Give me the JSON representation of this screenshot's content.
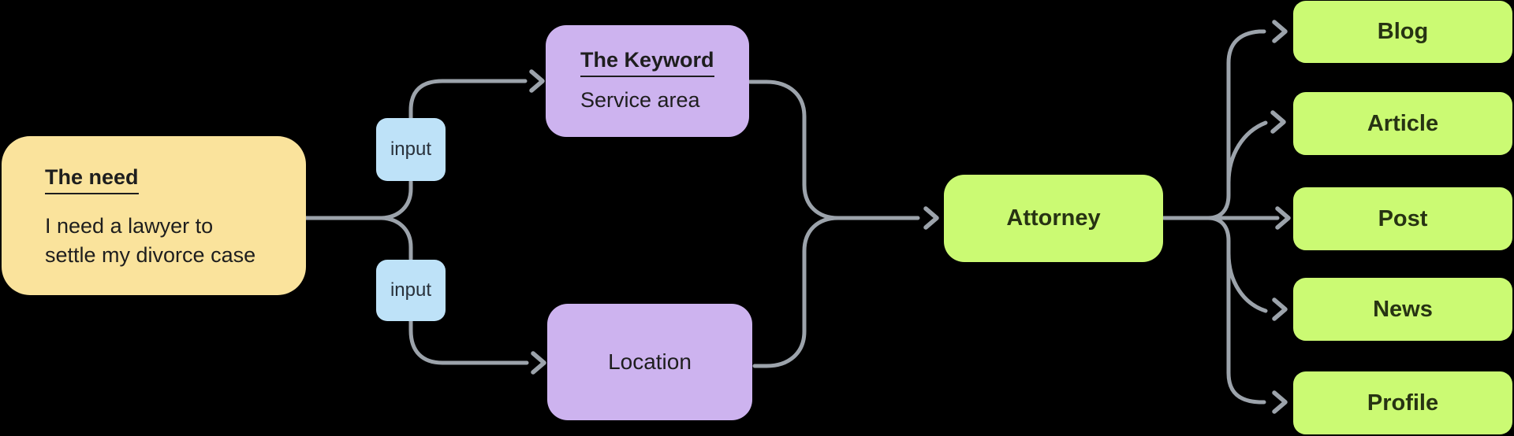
{
  "diagram": {
    "need": {
      "title": "The need",
      "line1": "I need a lawyer to",
      "line2": "settle my divorce case"
    },
    "inputs": {
      "top_label": "input",
      "bottom_label": "input"
    },
    "keyword": {
      "title": "The Keyword",
      "subtitle": "Service area"
    },
    "location": {
      "label": "Location"
    },
    "attorney": {
      "label": "Attorney"
    },
    "outputs": [
      {
        "label": "Blog"
      },
      {
        "label": "Article"
      },
      {
        "label": "Post"
      },
      {
        "label": "News"
      },
      {
        "label": "Profile"
      }
    ],
    "colors": {
      "background": "#000000",
      "need_fill": "#FAE39C",
      "input_fill": "#BEE2F8",
      "purple_fill": "#CDB3EF",
      "green_fill": "#CBFA73",
      "edge": "#9CA3AB",
      "text": "#1E1E1E",
      "green_text": "#273313"
    }
  }
}
